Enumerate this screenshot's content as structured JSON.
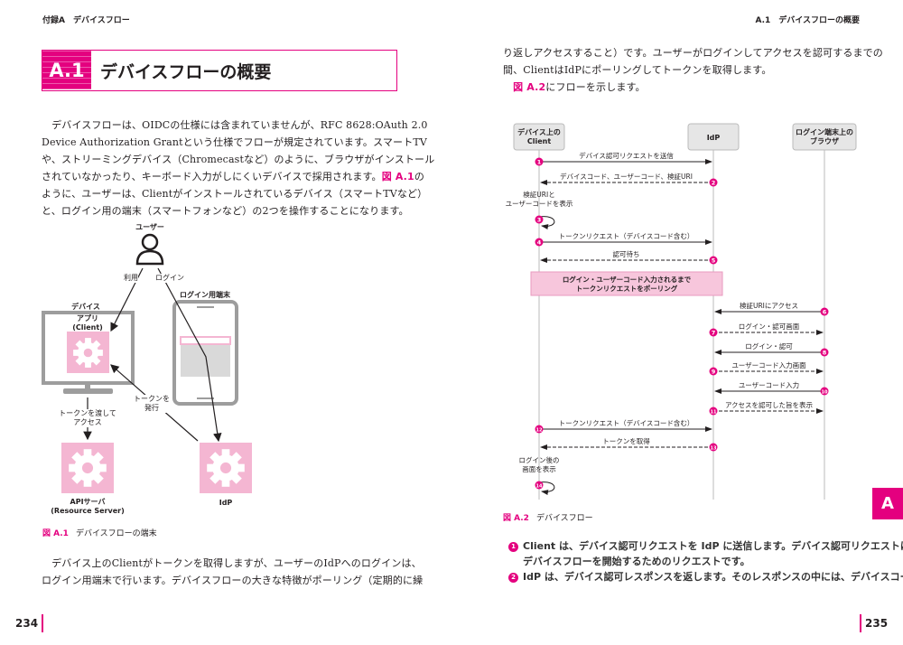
{
  "left_page": {
    "running_head": "付録A　デバイスフロー",
    "section": {
      "number": "A.1",
      "title": "デバイスフローの概要"
    },
    "paragraph1": [
      [
        {
          "text": "　デバイスフローは、OIDCの仕様には含まれていませんが、RFC 8628:OAuth 2.0"
        }
      ],
      [
        {
          "text": "Device Authorization Grantという仕様でフローが規定されています。スマートTV"
        }
      ],
      [
        {
          "text": "や、ストリーミングデバイス（Chromecastなど）のように、ブラウザがインストール"
        }
      ],
      [
        {
          "text": "されていなかったり、キーボード入力がしにくいデバイスで採用されます。"
        },
        {
          "text": "図 A.1",
          "ref": true
        },
        {
          "text": "の"
        }
      ],
      [
        {
          "text": "ように、ユーザーは、Clientがインストールされているデバイス（スマートTVなど）"
        }
      ],
      [
        {
          "text": "と、ログイン用の端末（スマートフォンなど）の2つを操作することになります。"
        }
      ]
    ],
    "figure": {
      "user": "ユーザー",
      "use": "利用",
      "login": "ログイン",
      "login_terminal": "ログイン用端末",
      "device": "デバイス",
      "app_line1": "アプリ",
      "app_line2": "(Client)",
      "pass_token_line1": "トークンを渡して",
      "pass_token_line2": "アクセス",
      "issue_token_line1": "トークンを",
      "issue_token_line2": "発行",
      "api_line1": "APIサーバ",
      "api_line2": "(Resource Server)",
      "idp": "IdP",
      "caption_ref": "図 A.1",
      "caption": "デバイスフローの端末"
    },
    "paragraph2": [
      [
        {
          "text": "　デバイス上のClientがトークンを取得しますが、ユーザーのIdPへのログインは、"
        }
      ],
      [
        {
          "text": "ログイン用端末で行います。デバイスフローの大きな特徴がポーリング（定期的に繰"
        }
      ]
    ],
    "page_number": "234"
  },
  "right_page": {
    "running_head": "A.1　デバイスフローの概要",
    "paragraph": [
      [
        {
          "text": "り返しアクセスすること）です。ユーザーがログインしてアクセスを認可するまでの"
        }
      ],
      [
        {
          "text": "間、ClientはIdPにポーリングしてトークンを取得します。"
        }
      ],
      [
        {
          "text": "　"
        },
        {
          "text": "図 A.2",
          "ref": true
        },
        {
          "text": "にフローを示します。"
        }
      ]
    ],
    "sequence": {
      "actors": [
        {
          "line1": "デバイス上の",
          "line2": "Client"
        },
        {
          "line1": "IdP",
          "line2": ""
        },
        {
          "line1": "ログイン端末上の",
          "line2": "ブラウザ"
        }
      ],
      "messages": [
        {
          "n": "1",
          "from": 0,
          "to": 1,
          "dashed": false,
          "label": "デバイス認可リクエストを送信"
        },
        {
          "n": "2",
          "from": 1,
          "to": 0,
          "dashed": true,
          "label": "デバイスコード、ユーザーコード、検証URI"
        },
        {
          "n": "3",
          "from": 0,
          "to": 0,
          "dashed": false,
          "label": "検証URIと\nユーザーコードを表示"
        },
        {
          "n": "4",
          "from": 0,
          "to": 1,
          "dashed": false,
          "label": "トークンリクエスト（デバイスコード含む）"
        },
        {
          "n": "5",
          "from": 1,
          "to": 0,
          "dashed": true,
          "label": "認可待ち"
        },
        {
          "n": "6",
          "from": 2,
          "to": 1,
          "dashed": false,
          "label": "検証URIにアクセス"
        },
        {
          "n": "7",
          "from": 1,
          "to": 2,
          "dashed": true,
          "label": "ログイン・認可画面"
        },
        {
          "n": "8",
          "from": 2,
          "to": 1,
          "dashed": false,
          "label": "ログイン・認可"
        },
        {
          "n": "9",
          "from": 1,
          "to": 2,
          "dashed": true,
          "label": "ユーザーコード入力画面"
        },
        {
          "n": "10",
          "from": 2,
          "to": 1,
          "dashed": false,
          "label": "ユーザーコード入力"
        },
        {
          "n": "11",
          "from": 1,
          "to": 2,
          "dashed": true,
          "label": "アクセスを認可した旨を表示"
        },
        {
          "n": "12",
          "from": 0,
          "to": 1,
          "dashed": false,
          "label": "トークンリクエスト（デバイスコード含む）"
        },
        {
          "n": "13",
          "from": 1,
          "to": 0,
          "dashed": true,
          "label": "トークンを取得"
        },
        {
          "n": "14",
          "from": 0,
          "to": 0,
          "dashed": false,
          "label": "ログイン後の\n画面を表示"
        }
      ],
      "polling_note_line1": "ログイン・ユーザーコード入力されるまで",
      "polling_note_line2": "トークンリクエストをポーリング"
    },
    "caption_ref": "図 A.2",
    "caption": "デバイスフロー",
    "list": [
      {
        "n": "1",
        "lines": [
          "Client は、デバイス認可リクエストを IdP に送信します。デバイス認可リクエストは、",
          "デバイスフローを開始するためのリクエストです。"
        ]
      },
      {
        "n": "2",
        "lines": [
          "IdP は、デバイス認可レスポンスを返します。そのレスポンスの中には、デバイスコー"
        ]
      }
    ],
    "chapter_tab": "A",
    "page_number": "235"
  },
  "colors": {
    "accent": "#e4007f",
    "pink_fill": "#f4b6d2",
    "gray": "#9d9d9d"
  }
}
